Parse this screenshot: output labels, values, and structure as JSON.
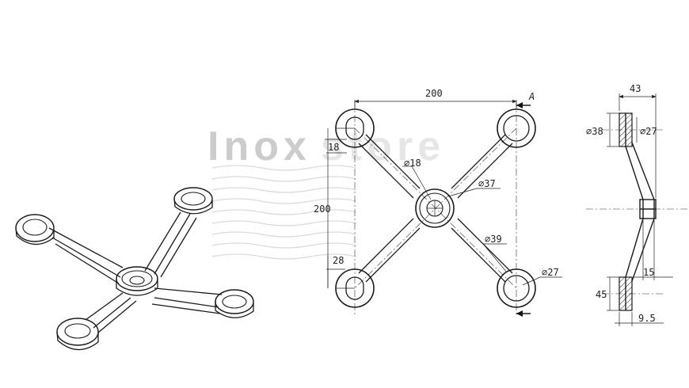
{
  "watermark": {
    "text_main": "Inox",
    "text_faded": "store"
  },
  "front_view": {
    "width": "200",
    "height": "200",
    "arm_offset_top": "18",
    "arm_offset_bottom": "28",
    "hub_hole_dia": "⌀18",
    "hub_dia": "⌀37",
    "ring_outer_dia": "⌀39",
    "ring_inner_dia": "⌀27",
    "section_mark": "A"
  },
  "side_view": {
    "depth": "43",
    "top_outer_dia": "⌀38",
    "top_inner_dia": "⌀27",
    "hub_thickness": "15",
    "bottom_height": "45",
    "plate_thickness": "9.5"
  }
}
